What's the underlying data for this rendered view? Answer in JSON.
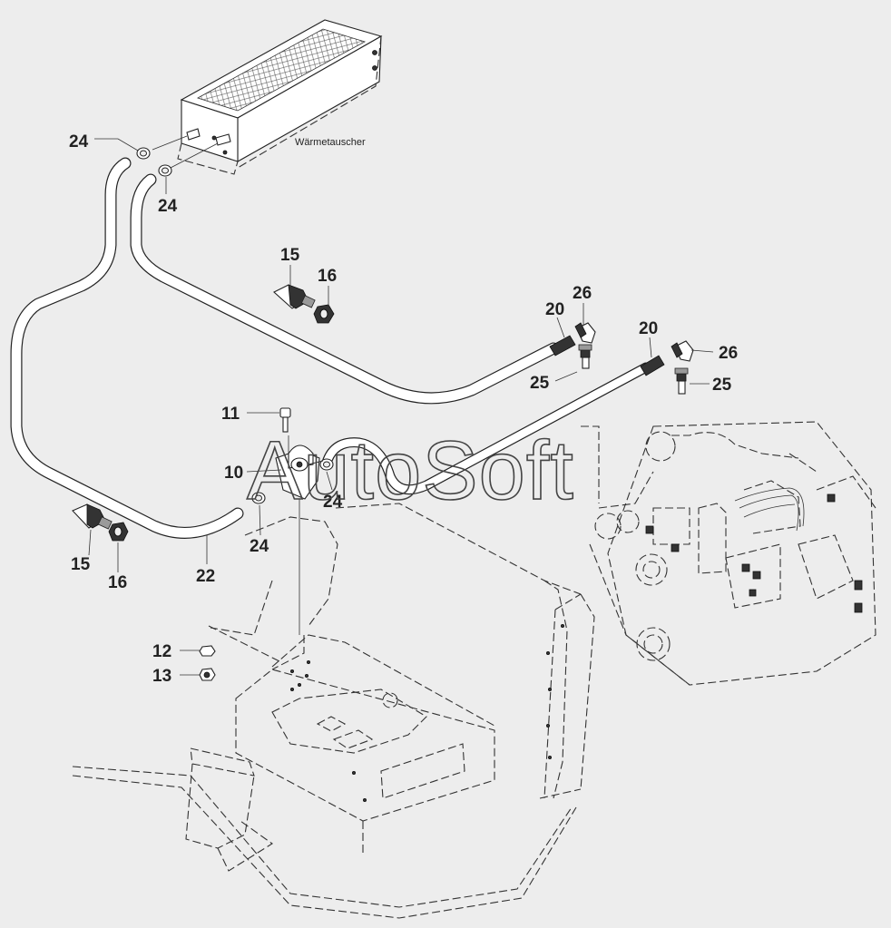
{
  "labels": {
    "heat_exchanger": "Wärmetauscher",
    "watermark": "AutoSoft"
  },
  "callouts": {
    "c24_top_left": "24",
    "c24_top_right": "24",
    "c15_top": "15",
    "c16_top": "16",
    "c20_left": "20",
    "c26_left": "26",
    "c25_left": "25",
    "c20_right": "20",
    "c26_right": "26",
    "c25_right": "25",
    "c11": "11",
    "c10": "10",
    "c24_mid": "24",
    "c24_bottom": "24",
    "c15_bottom": "15",
    "c16_bottom": "16",
    "c22": "22",
    "c12": "12",
    "c13": "13"
  }
}
